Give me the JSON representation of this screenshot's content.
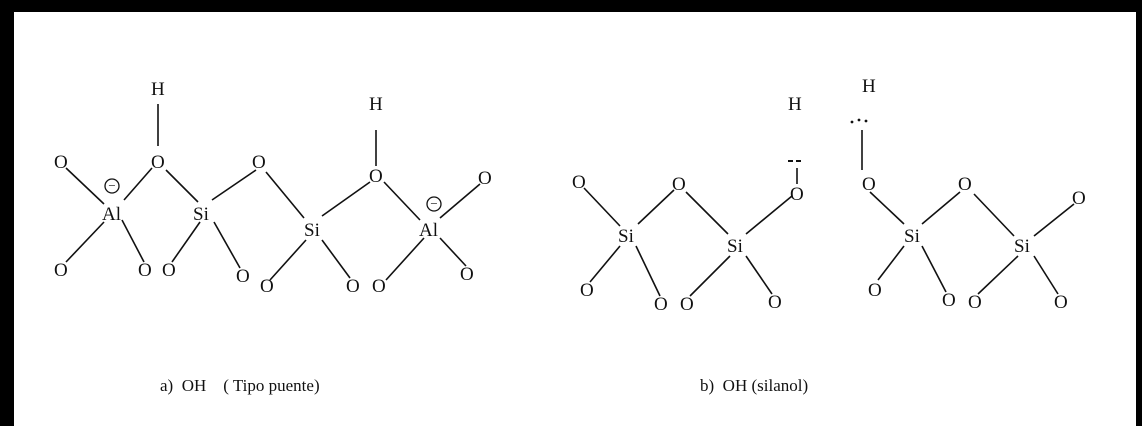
{
  "figure": {
    "panel_a": {
      "caption": "a)  OH    ( Tipo puente)",
      "atoms": {
        "h1": "H",
        "h2": "H",
        "al1": "Al",
        "al2": "Al",
        "si1": "Si",
        "si2": "Si",
        "o": "O",
        "charge": "−"
      }
    },
    "panel_b": {
      "caption": "b)  OH (silanol)",
      "atoms": {
        "h1": "H",
        "h2": "H",
        "si": "Si",
        "o": "O"
      }
    },
    "colors": {
      "ink": "#111111",
      "frame": "#000000",
      "background": "#ffffff"
    }
  }
}
